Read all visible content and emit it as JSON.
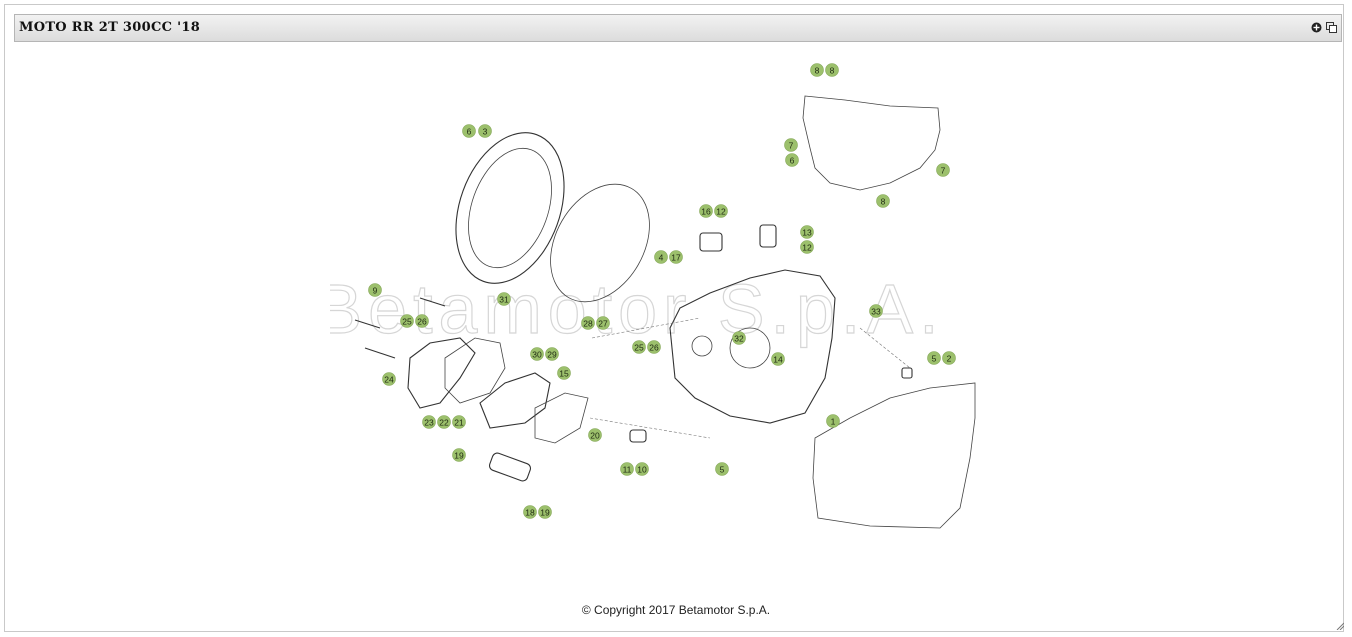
{
  "panel": {
    "title": "MOTO RR 2T 300CC '18"
  },
  "toolbar": {
    "expand_icon": "plus-circle-icon",
    "popout_icon": "window-popout-icon"
  },
  "watermark": "Betamotor S.p.A.",
  "footer": {
    "copyright": "© Copyright 2017 Betamotor S.p.A."
  },
  "callouts": [
    {
      "label": "8"
    },
    {
      "label": "8"
    },
    {
      "label": "7"
    },
    {
      "label": "6"
    },
    {
      "label": "7"
    },
    {
      "label": "8"
    },
    {
      "label": "6"
    },
    {
      "label": "3"
    },
    {
      "label": "16"
    },
    {
      "label": "12"
    },
    {
      "label": "13"
    },
    {
      "label": "12"
    },
    {
      "label": "4"
    },
    {
      "label": "17"
    },
    {
      "label": "9"
    },
    {
      "label": "31"
    },
    {
      "label": "25"
    },
    {
      "label": "26"
    },
    {
      "label": "28"
    },
    {
      "label": "27"
    },
    {
      "label": "33"
    },
    {
      "label": "25"
    },
    {
      "label": "26"
    },
    {
      "label": "32"
    },
    {
      "label": "14"
    },
    {
      "label": "30"
    },
    {
      "label": "29"
    },
    {
      "label": "5"
    },
    {
      "label": "2"
    },
    {
      "label": "24"
    },
    {
      "label": "15"
    },
    {
      "label": "23"
    },
    {
      "label": "22"
    },
    {
      "label": "21"
    },
    {
      "label": "1"
    },
    {
      "label": "20"
    },
    {
      "label": "19"
    },
    {
      "label": "11"
    },
    {
      "label": "10"
    },
    {
      "label": "5"
    },
    {
      "label": "18"
    },
    {
      "label": "19"
    }
  ]
}
